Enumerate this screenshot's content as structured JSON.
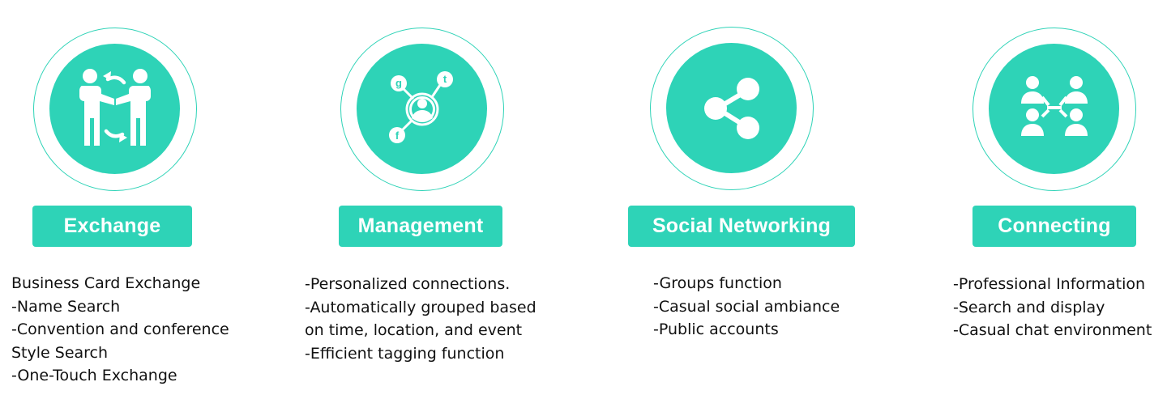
{
  "accent_color": "#2ed3b7",
  "features": [
    {
      "id": "exchange",
      "icon": "handshake-exchange-icon",
      "title": "Exchange",
      "lines": [
        "Business Card Exchange",
        "-Name Search",
        "-Convention and conference",
        "Style Search",
        "-One-Touch Exchange"
      ]
    },
    {
      "id": "management",
      "icon": "contact-network-icon",
      "title": "Management",
      "icon_letters": [
        "g",
        "t",
        "f"
      ],
      "lines": [
        "-Personalized connections.",
        "-Automatically grouped based",
        "on time, location, and event",
        "-Efficient tagging function"
      ]
    },
    {
      "id": "social-networking",
      "icon": "share-icon",
      "title": "Social Networking",
      "lines": [
        "-Groups function",
        "-Casual social ambiance",
        "-Public accounts"
      ]
    },
    {
      "id": "connecting",
      "icon": "people-connect-icon",
      "title": "Connecting",
      "lines": [
        "-Professional Information",
        "-Search and display",
        "-Casual chat environment"
      ]
    }
  ]
}
